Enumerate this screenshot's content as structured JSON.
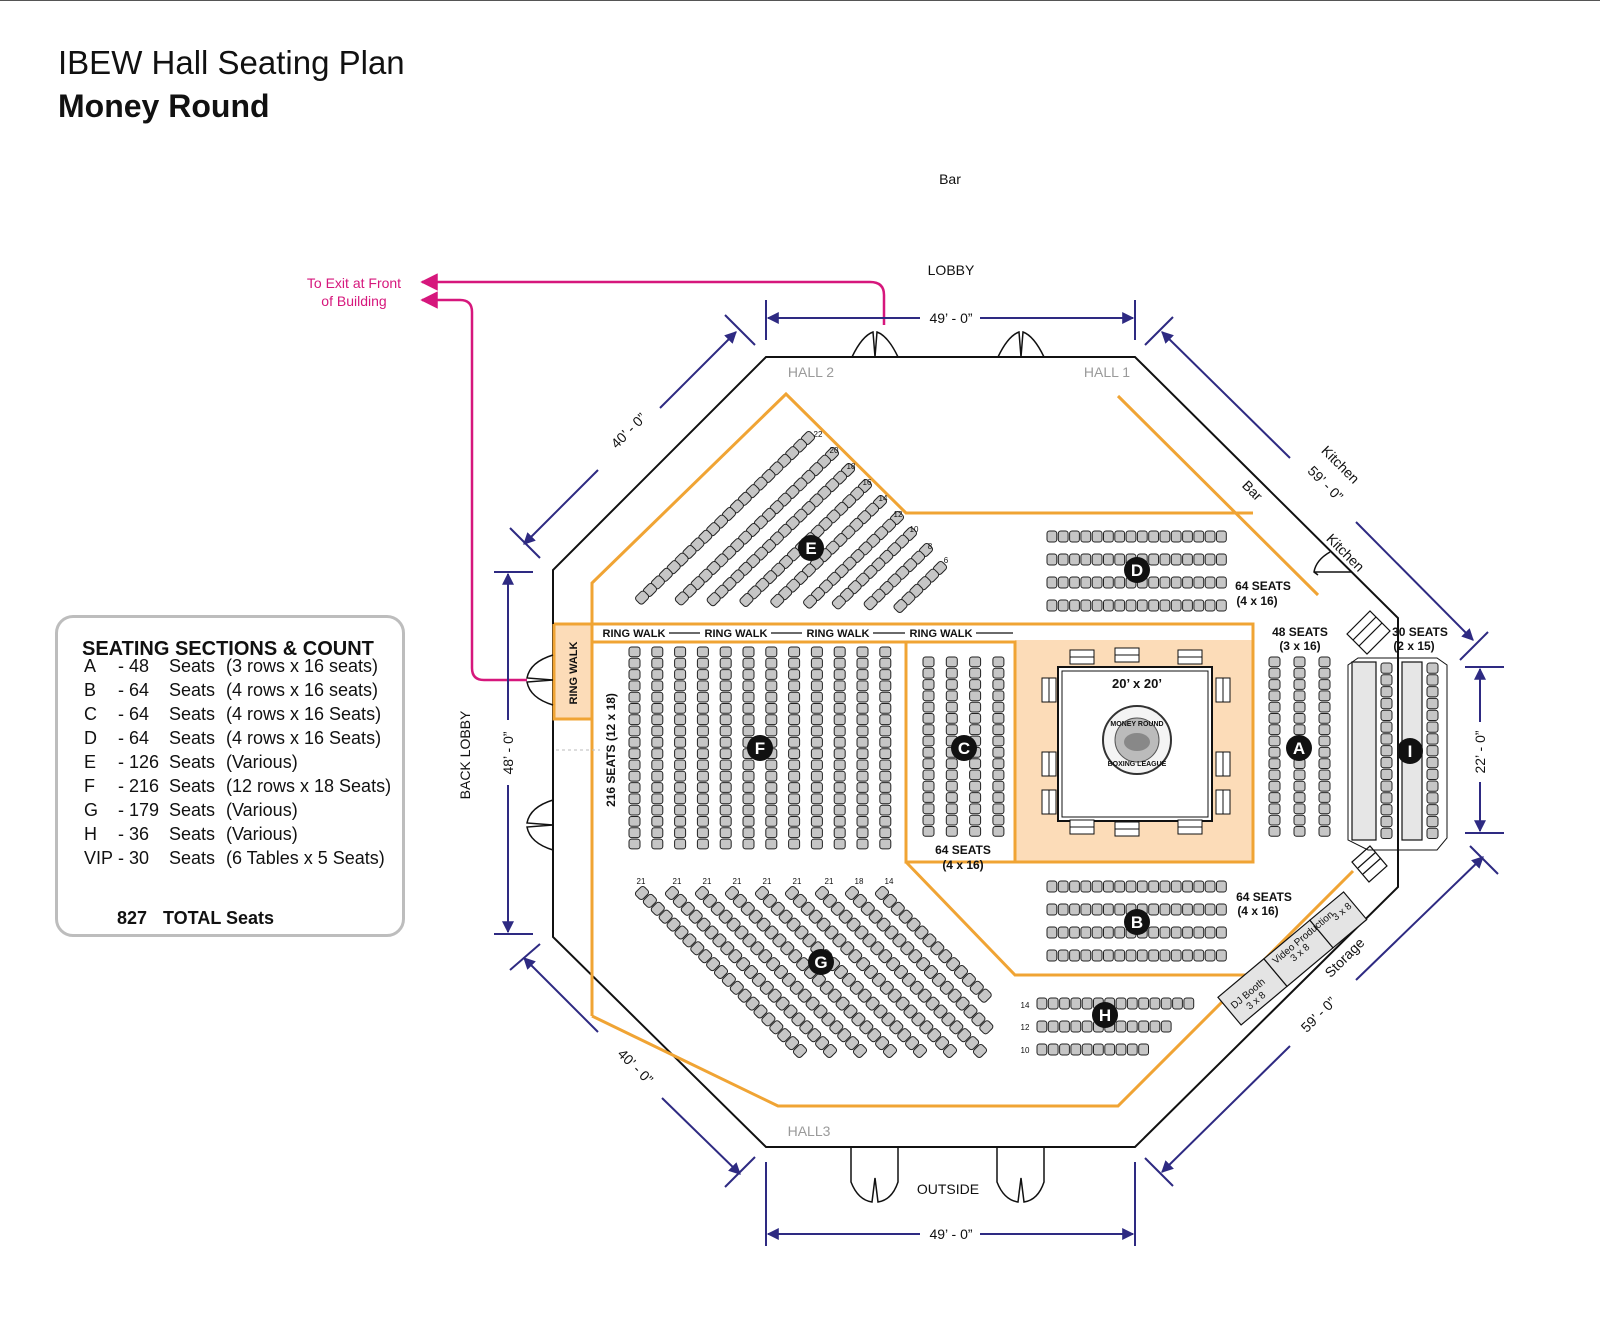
{
  "header": {
    "title": "IBEW Hall Seating Plan",
    "subtitle": "Money Round"
  },
  "legend": {
    "title": "SEATING SECTIONS & COUNT",
    "rows": [
      {
        "section": "A",
        "count": "- 48",
        "unit": "Seats",
        "detail": "(3 rows x 16 seats)"
      },
      {
        "section": "B",
        "count": "- 64",
        "unit": "Seats",
        "detail": "(4 rows x 16 seats)"
      },
      {
        "section": "C",
        "count": "- 64",
        "unit": "Seats",
        "detail": "(4 rows x 16 Seats)"
      },
      {
        "section": "D",
        "count": "- 64",
        "unit": "Seats",
        "detail": "(4 rows x 16 Seats)"
      },
      {
        "section": "E",
        "count": "- 126",
        "unit": "Seats",
        "detail": "(Various)"
      },
      {
        "section": "F",
        "count": "- 216",
        "unit": "Seats",
        "detail": "(12 rows x 18 Seats)"
      },
      {
        "section": "G",
        "count": "- 179",
        "unit": "Seats",
        "detail": "(Various)"
      },
      {
        "section": "H",
        "count": "- 36",
        "unit": "Seats",
        "detail": "(Various)"
      },
      {
        "section": "VIP",
        "count": "- 30",
        "unit": "Seats",
        "detail": "(6 Tables x 5 Seats)"
      }
    ],
    "total_number": "827",
    "total_label": "TOTAL Seats"
  },
  "rooms": {
    "bar_top": "Bar",
    "lobby": "LOBBY",
    "back_lobby": "BACK LOBBY",
    "outside": "OUTSIDE",
    "hall1": "HALL 1",
    "hall2": "HALL 2",
    "hall3": "HALL3",
    "kitchen_outer": "Kitchen",
    "kitchen_inner": "Kitchen",
    "bar_inner": "Bar",
    "storage": "Storage",
    "exit_line1": "To Exit at Front",
    "exit_line2": "of Building"
  },
  "dimensions": {
    "top": "49’ - 0”",
    "bottom": "49’ - 0”",
    "upper_left": "40’ - 0”",
    "lower_left": "40’ - 0”",
    "left": "48’ - 0”",
    "right": "22’ - 0”",
    "upper_right": "59’ - 0”",
    "lower_right": "59’ - 0”"
  },
  "ring_walk": [
    "RING WALK",
    "RING WALK",
    "RING WALK",
    "RING WALK",
    "RING WALK"
  ],
  "ring": {
    "size": "20’ x 20’",
    "logo_top": "MONEY ROUND",
    "logo_bottom": "BOXING LEAGUE"
  },
  "sections": {
    "A": {
      "label": "A",
      "seats_line1": "48 SEATS",
      "seats_line2": "(3 x 16)"
    },
    "B": {
      "label": "B",
      "seats_line1": "64 SEATS",
      "seats_line2": "(4 x 16)"
    },
    "C": {
      "label": "C",
      "seats_line1": "64 SEATS",
      "seats_line2": "(4 x 16)"
    },
    "D": {
      "label": "D",
      "seats_line1": "64 SEATS",
      "seats_line2": "(4 x 16)"
    },
    "E": {
      "label": "E",
      "row_counts": [
        "22",
        "20",
        "18",
        "16",
        "14",
        "12",
        "10",
        "8",
        "6"
      ]
    },
    "F": {
      "label": "F",
      "side_label": "216 SEATS (12 x 18)"
    },
    "G": {
      "label": "G",
      "row_counts": [
        "21",
        "21",
        "21",
        "21",
        "21",
        "21",
        "21",
        "18",
        "14"
      ]
    },
    "H": {
      "label": "H",
      "row_counts": [
        "14",
        "12",
        "10"
      ]
    },
    "I": {
      "label": "I",
      "seats_line1": "30 SEATS",
      "seats_line2": "(2 x 15)"
    }
  },
  "booths": {
    "dj_line1": "DJ Booth",
    "dj_line2": "3 x 8",
    "video_line1": "Video Production",
    "video_line2": "3 x 8",
    "third_line2": "3 x 8"
  },
  "colors": {
    "orange": "#f0a434",
    "ring_fill": "#fcdcb8",
    "navy": "#2e2a82",
    "magenta": "#d6177c",
    "seat_gray": "#c6c6c6",
    "hall_label_gray": "#9a9a9a"
  }
}
